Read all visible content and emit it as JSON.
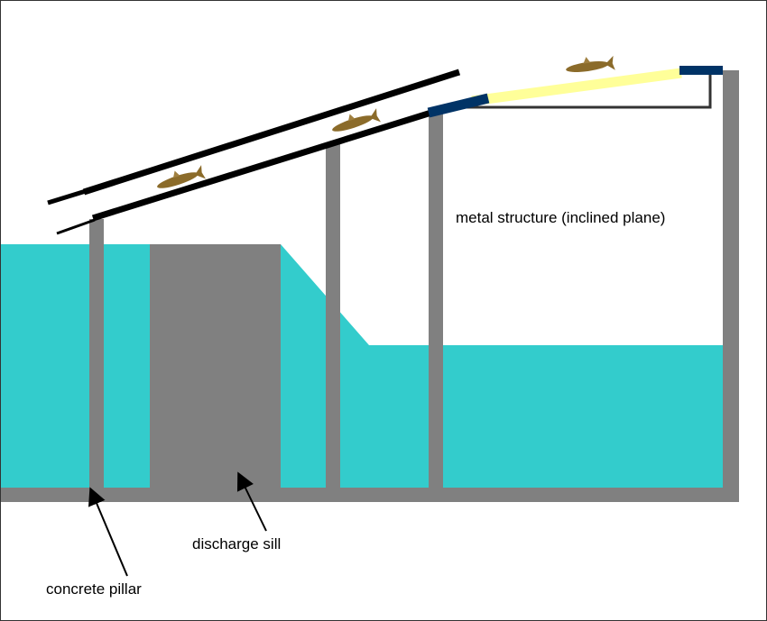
{
  "labels": {
    "metal_structure": "metal structure (inclined plane)",
    "discharge_sill": "discharge sill",
    "concrete_pillar": "concrete pillar"
  },
  "colors": {
    "water": "#33CCCC",
    "concrete": "#808080",
    "plank": "#000000",
    "connector": "#003366",
    "inclined_plane": "#FFFF99",
    "frame": "#333333",
    "fish": "#8B6B2A"
  },
  "icons": [
    "fish-icon",
    "fish-icon",
    "fish-icon",
    "arrow-icon",
    "arrow-icon"
  ]
}
